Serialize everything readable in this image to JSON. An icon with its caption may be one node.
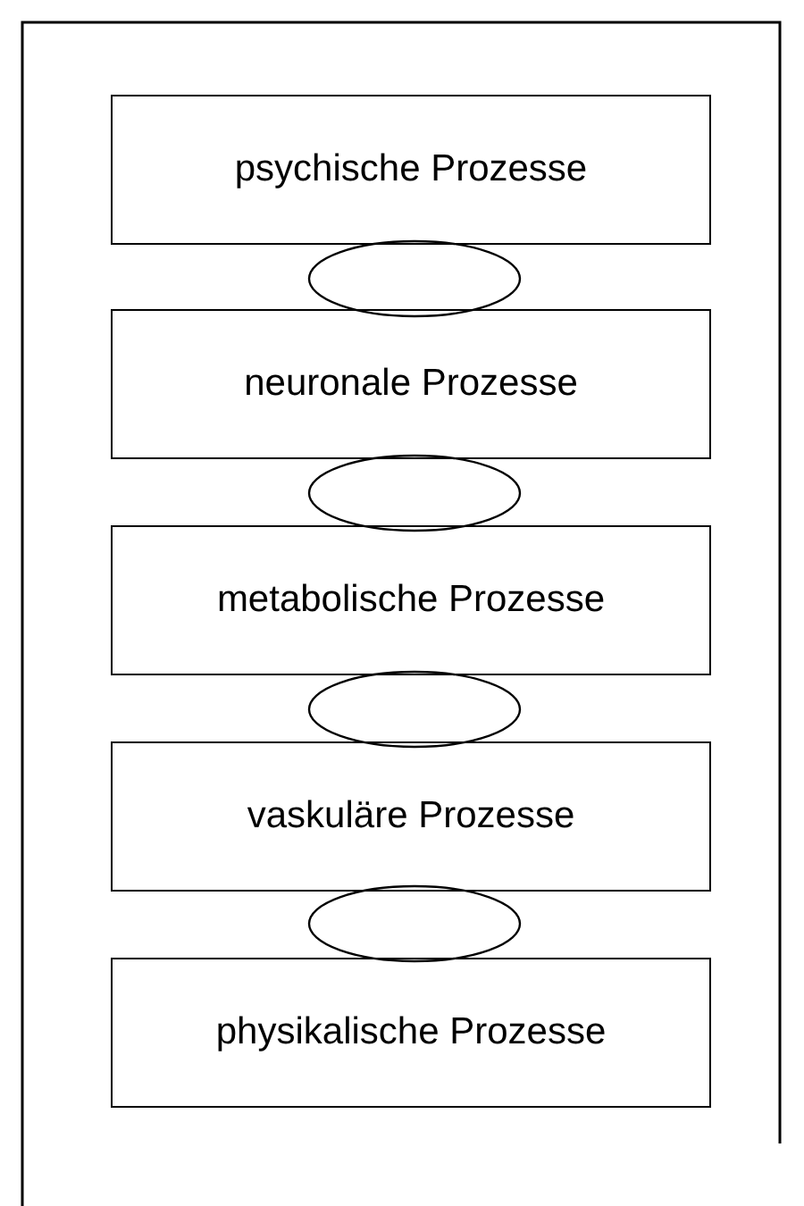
{
  "diagram": {
    "nodes": [
      {
        "text": [
          "psychische Prozesse"
        ]
      },
      {
        "text": [],
        "shape": "ellipse"
      },
      {
        "text": [
          "neuronale Prozesse"
        ]
      },
      {
        "text": [],
        "shape": "ellipse"
      },
      {
        "text": [
          "metabolische Prozesse"
        ]
      },
      {
        "text": [],
        "shape": "ellipse"
      },
      {
        "text": [
          "vaskuläre Prozesse"
        ]
      },
      {
        "text": [],
        "shape": "ellipse"
      },
      {
        "text": [
          "physikalische Prozesse"
        ]
      }
    ]
  }
}
